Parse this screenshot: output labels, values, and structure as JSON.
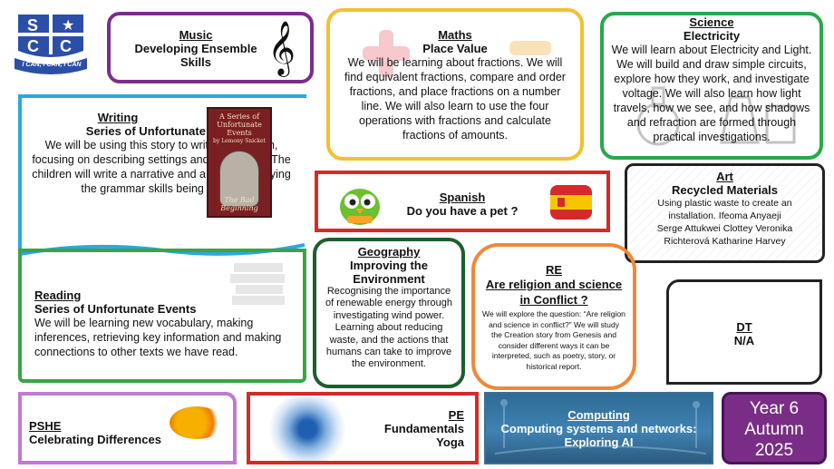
{
  "logo": {
    "letter_tl": "S",
    "letter_tr": "C",
    "letter_bl": "C",
    "star": "★",
    "motto": "I CAN, I CAN, I CAN"
  },
  "music": {
    "subject": "Music",
    "topic_line1": "Developing Ensemble",
    "topic_line2": "Skills",
    "icon": "treble-clef-icon",
    "clef_glyph": "𝄞"
  },
  "maths": {
    "subject": "Maths",
    "topic": "Place Value",
    "text": "We will be learning about fractions. We will find equivalent fractions, compare and order fractions, and place fractions on a number line. We will also learn to use the four operations with fractions and calculate fractions of amounts."
  },
  "science": {
    "subject": "Science",
    "topic": "Electricity",
    "text": "We will learn about Electricity and Light. We will build and draw simple circuits, explore how they work, and investigate voltage. We will also learn how light travels, how we see, and how shadows and refraction are formed through practical investigations."
  },
  "writing": {
    "subject": "Writing",
    "topic": "Series of Unfortunate Events",
    "text": "We will be using this story to write to entertain, focusing on describing settings and characters. The children will write a narrative and a sequel, applying the grammar skills being taught."
  },
  "book": {
    "title": "A Series of Unfortunate Events",
    "byline": "by Lemony Snicket",
    "subtitle": "The Bad Beginning"
  },
  "spanish": {
    "subject": "Spanish",
    "topic": "Do you have a pet ?"
  },
  "art": {
    "subject": "Art",
    "topic": "Recycled Materials",
    "line1": "Using plastic waste to create an installation. Ifeoma Anyaeji",
    "line2": "Serge Attukwei Clottey Veronika",
    "line3": "Richterová Katharine Harvey"
  },
  "reading": {
    "subject": "Reading",
    "topic": "Series of Unfortunate Events",
    "text": "We will be learning new vocabulary, making inferences, retrieving key information and making connections to other texts we have read."
  },
  "geography": {
    "subject": "Geography",
    "topic_line1": "Improving the",
    "topic_line2": "Environment",
    "text": "Recognising the importance of renewable energy through investigating wind power. Learning about reducing waste, and the actions that humans can take to improve the environment."
  },
  "re": {
    "subject": "RE",
    "topic": "Are religion and science in Conflict ?",
    "text": "We will explore the question: “Are religion and science in conflict?” We will study the Creation story from Genesis and consider different ways it can be interpreted, such as poetry, story, or historical report."
  },
  "dt": {
    "subject": "DT",
    "topic": "N/A"
  },
  "pshe": {
    "subject": "PSHE",
    "topic": "Celebrating Differences"
  },
  "pe": {
    "subject": "PE",
    "topic1": "Fundamentals",
    "topic2": "Yoga"
  },
  "computing": {
    "subject": "Computing",
    "topic_line1": "Computing systems and networks:",
    "topic_line2": "Exploring AI"
  },
  "year": {
    "line1": "Year 6",
    "line2": "Autumn",
    "line3": "2025"
  },
  "colors": {
    "music": "#7b2d8e",
    "maths": "#f2c12e",
    "science": "#2aa84a",
    "writing": "#2aa8e0",
    "spanish": "#d52a2a",
    "reading": "#3aa447",
    "geography": "#1e5e2e",
    "re": "#f0883a",
    "pshe": "#c07ad0",
    "pe": "#d52a2a",
    "computing": "#3c6f94",
    "year": "#7a2d86",
    "logo_blue": "#2b4fa8",
    "logo_red": "#d8232a"
  }
}
